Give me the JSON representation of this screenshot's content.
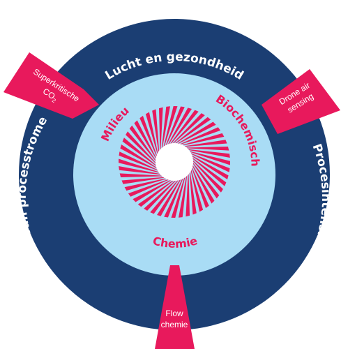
{
  "colors": {
    "outer_ring": "#1b3e73",
    "inner_disc": "#a9dcf5",
    "accent": "#e8195c",
    "center": "#ffffff"
  },
  "outer_ring": {
    "top": "Lucht en gezondheid",
    "left": "Valorisatie van processtromen",
    "right": "Procesintensificatie"
  },
  "inner_ring": {
    "left": "Milieu",
    "right": "Biochemisch",
    "bottom": "Chemie"
  },
  "flags": {
    "left": {
      "line1": "Superkritische",
      "line2": "CO",
      "sub": "2"
    },
    "right": {
      "line1": "Drone air",
      "line2": "sensing"
    },
    "bottom": {
      "line1": "Flow",
      "line2": "chemie"
    }
  },
  "center_pattern": {
    "segments": 48,
    "shape": "spiral-stripes"
  }
}
